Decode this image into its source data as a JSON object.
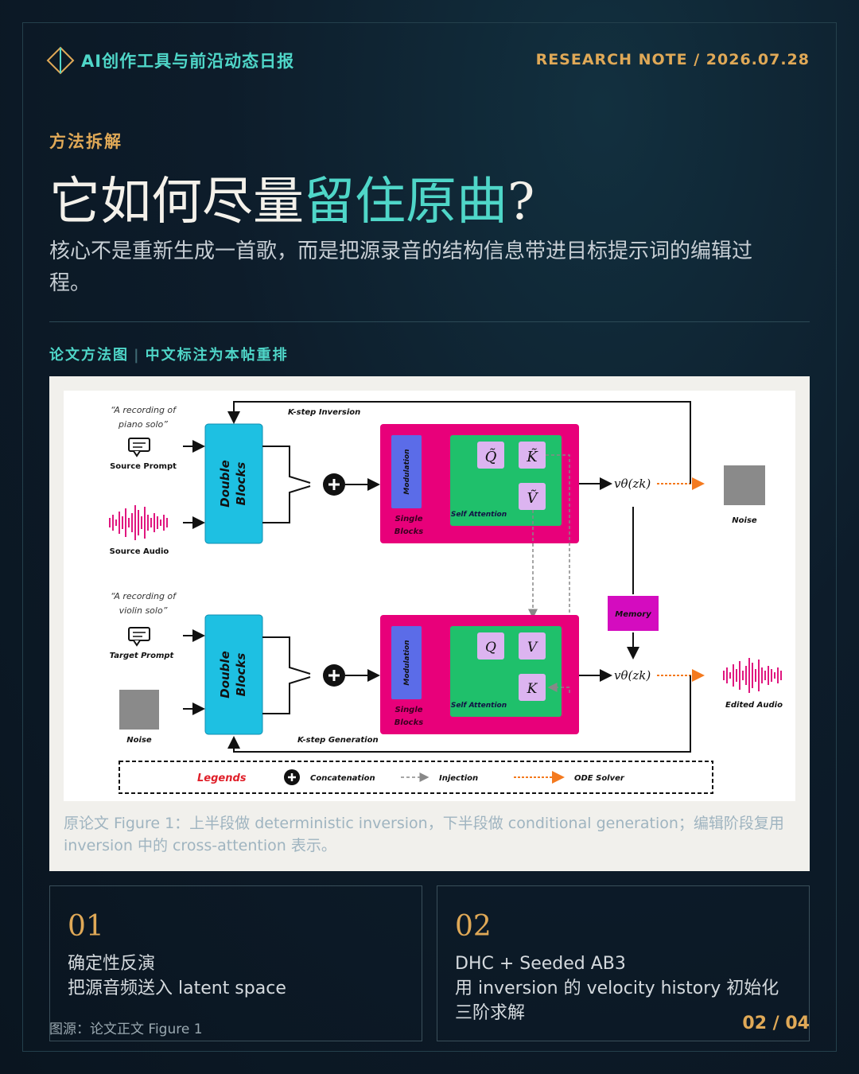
{
  "header": {
    "brand": "AI创作工具与前沿动态日报",
    "note": "RESEARCH NOTE / 2026.07.28"
  },
  "kicker": "方法拆解",
  "title": {
    "part1": "它如何尽量",
    "highlight": "留住原曲",
    "part2": "?"
  },
  "lead": "核心不是重新生成一首歌，而是把源录音的结构信息带进目标提示词的编辑过程。",
  "section": {
    "label_a": "论文方法图",
    "separator": "|",
    "label_b": "中文标注为本帖重排"
  },
  "figure": {
    "caption": "原论文 Figure 1：上半段做 deterministic inversion，下半段做 conditional generation；编辑阶段复用 inversion 中的 cross-attention 表示。",
    "diagram": {
      "source_quote_1": "“A recording of",
      "source_quote_2": "piano solo”",
      "source_prompt": "Source Prompt",
      "source_audio": "Source Audio",
      "target_quote_1": "“A recording of",
      "target_quote_2": "violin solo”",
      "target_prompt": "Target Prompt",
      "noise_in": "Noise",
      "double_blocks_1": "Double",
      "double_blocks_2": "Blocks",
      "modulation": "Modulation",
      "single_1": "Single",
      "single_2": "Blocks",
      "self_attention": "Self Attention",
      "q_tilde": "Q̃",
      "k_tilde": "K̃",
      "v_tilde": "Ṽ",
      "q": "Q",
      "v": "V",
      "k": "K",
      "k_step_inversion": "K-step Inversion",
      "k_step_generation": "K-step Generation",
      "velocity": "vθ(zk)",
      "memory": "Memory",
      "noise_out": "Noise",
      "edited_audio": "Edited Audio",
      "legends": "Legends",
      "concatenation": "Concatenation",
      "injection": "Injection",
      "ode_solver": "ODE Solver"
    }
  },
  "cards": [
    {
      "num": "01",
      "line1": "确定性反演",
      "line2": "把源音频送入 latent space"
    },
    {
      "num": "02",
      "line1": "DHC + Seeded AB3",
      "line2": "用 inversion 的 velocity history 初始化三阶求解"
    }
  ],
  "footer": {
    "source": "图源：论文正文 Figure 1",
    "page": "02 / 04"
  },
  "colors": {
    "teal": "#4fd6c8",
    "gold": "#e0a957",
    "cyan_block": "#1ec0e2",
    "magenta_block": "#e8007a",
    "green_block": "#1fc06b",
    "memory": "#d40cbf",
    "ode_orange": "#f47a1f"
  }
}
